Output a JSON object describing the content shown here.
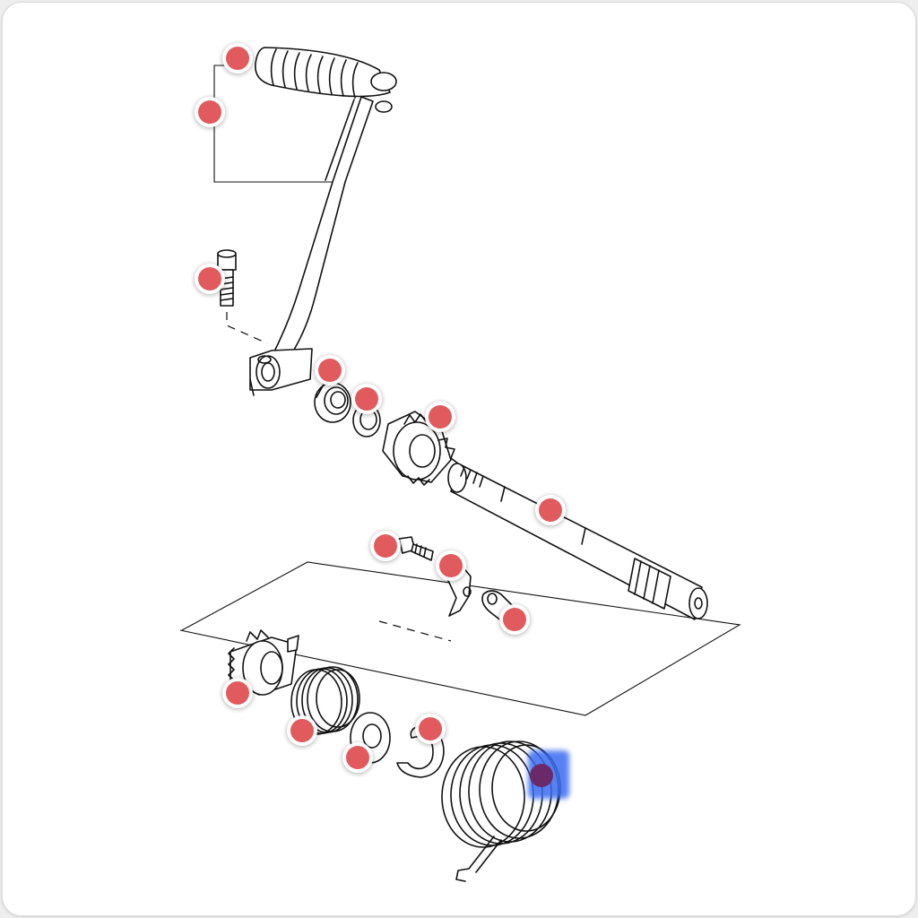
{
  "colors": {
    "card_bg": "#ffffff",
    "line": "#111111",
    "hotspot": "#e05a5e",
    "hotspot_selected": "#6a2a6a",
    "selection_highlight": "#3a6cf0"
  },
  "hotspots": [
    {
      "part": "kick-pedal-grip",
      "selected": false
    },
    {
      "part": "kick-pedal-assembly",
      "selected": false
    },
    {
      "part": "pedal-bolt",
      "selected": false
    },
    {
      "part": "oil-seal",
      "selected": false
    },
    {
      "part": "washer",
      "selected": false
    },
    {
      "part": "kick-ratchet-gear",
      "selected": false
    },
    {
      "part": "kick-shaft",
      "selected": false
    },
    {
      "part": "guide-bolt",
      "selected": false
    },
    {
      "part": "ratchet-guide",
      "selected": false
    },
    {
      "part": "guide-plate",
      "selected": false
    },
    {
      "part": "kick-gear",
      "selected": false
    },
    {
      "part": "ratchet-spring",
      "selected": false
    },
    {
      "part": "spring-washer",
      "selected": false
    },
    {
      "part": "circlip",
      "selected": false
    },
    {
      "part": "kick-return-spring",
      "selected": true
    }
  ]
}
